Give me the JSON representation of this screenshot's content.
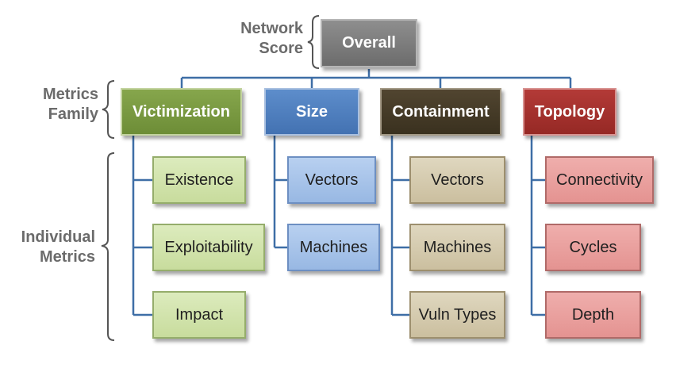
{
  "labels": {
    "network_score": "Network\nScore",
    "metrics_family": "Metrics\nFamily",
    "individual_metrics": "Individual\nMetrics"
  },
  "root": {
    "label": "Overall"
  },
  "families": [
    {
      "label": "Victimization",
      "color": "#7a9a43",
      "children": [
        "Existence",
        "Exploitability",
        "Impact"
      ]
    },
    {
      "label": "Size",
      "color": "#4f80c1",
      "children": [
        "Vectors",
        "Machines"
      ]
    },
    {
      "label": "Containment",
      "color": "#463c28",
      "children": [
        "Vectors",
        "Machines",
        "Vuln Types"
      ]
    },
    {
      "label": "Topology",
      "color": "#a4302d",
      "children": [
        "Connectivity",
        "Cycles",
        "Depth"
      ]
    }
  ]
}
